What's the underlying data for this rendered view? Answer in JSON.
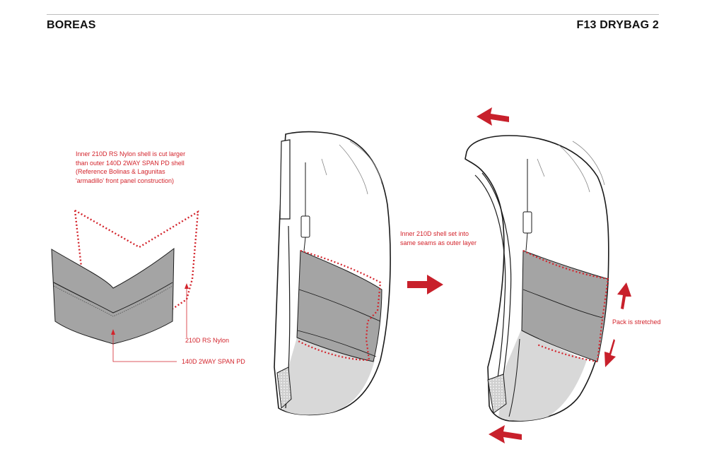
{
  "header": {
    "brand": "BOREAS",
    "title": "F13 DRYBAG 2"
  },
  "notes": {
    "inner_shell_lines": [
      "Inner 210D RS Nylon shell is cut larger",
      "than outer 140D 2WAY SPAN PD shell",
      "(Reference Bolinas & Lagunitas",
      "'armadillo' front panel construction)"
    ],
    "label_210": "210D RS Nylon",
    "label_140": "140D 2WAY SPAN PD",
    "seam_lines": [
      "Inner 210D shell set into",
      "same seams as outer layer"
    ],
    "stretched": "Pack is stretched"
  },
  "colors": {
    "accent_red": "#d3242c",
    "panel_gray": "#a4a4a4",
    "light_gray": "#d8d8d8",
    "outline": "#1a1a1a"
  },
  "icons": [
    "arrow-right-icon",
    "arrow-left-icon",
    "arrow-up-icon",
    "arrow-down-icon"
  ]
}
